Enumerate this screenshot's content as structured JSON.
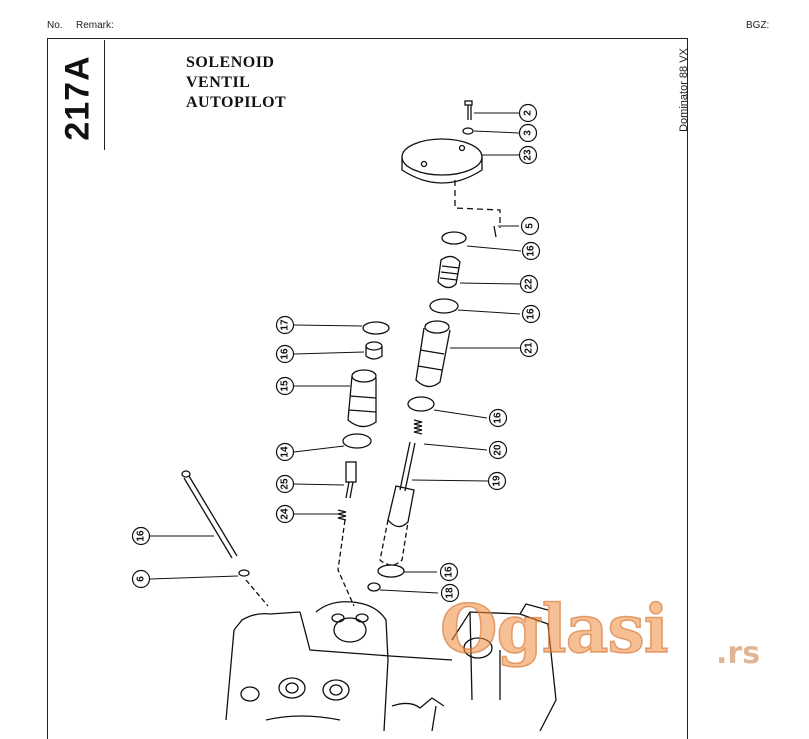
{
  "header": {
    "no_label": "No.",
    "remark_label": "Remark:",
    "bgz_label": "BGZ:"
  },
  "page_code": "217A",
  "title_lines": [
    "SOLENOID",
    "VENTIL",
    "AUTOPILOT"
  ],
  "model": "Dominator 88 VX",
  "callouts": [
    {
      "num": "2"
    },
    {
      "num": "3"
    },
    {
      "num": "23"
    },
    {
      "num": "5"
    },
    {
      "num": "16"
    },
    {
      "num": "22"
    },
    {
      "num": "16"
    },
    {
      "num": "21"
    },
    {
      "num": "16"
    },
    {
      "num": "20"
    },
    {
      "num": "19"
    },
    {
      "num": "16"
    },
    {
      "num": "18"
    },
    {
      "num": "17"
    },
    {
      "num": "16"
    },
    {
      "num": "15"
    },
    {
      "num": "14"
    },
    {
      "num": "25"
    },
    {
      "num": "24"
    },
    {
      "num": "16"
    },
    {
      "num": "6"
    }
  ],
  "watermark": {
    "brand": "Oglasi",
    "tld": ".rs"
  }
}
